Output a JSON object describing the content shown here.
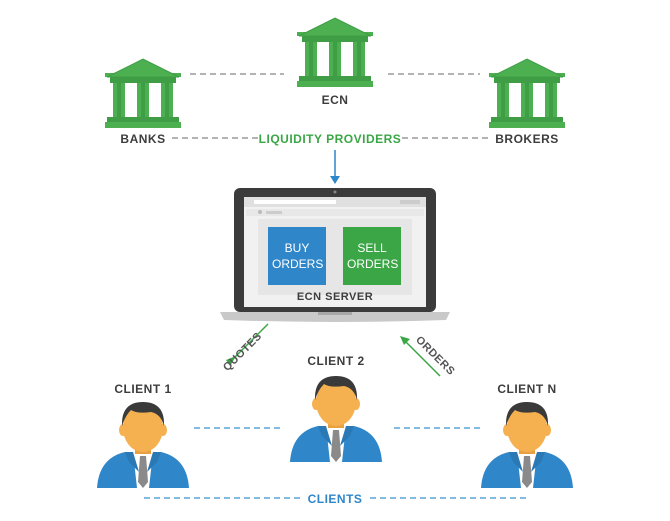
{
  "labels": {
    "ecn": "ECN",
    "banks": "BANKS",
    "liquidity_providers": "LIQUIDITY PROVIDERS",
    "brokers": "BROKERS",
    "buy_orders": "BUY ORDERS",
    "sell_orders": "SELL ORDERS",
    "ecn_server": "ECN SERVER",
    "quotes": "QUOTES",
    "orders": "ORDERS",
    "client_1": "CLIENT 1",
    "client_2": "CLIENT 2",
    "client_n": "CLIENT N",
    "clients": "CLIENTS"
  },
  "icons": {
    "bank": "bank-building-icon",
    "laptop": "laptop-icon",
    "client": "client-person-icon"
  },
  "colors": {
    "bank_green": "#4cb050",
    "bank_dark": "#2e8b3b",
    "label_green": "#3aa645",
    "buy_blue": "#2f86c8",
    "sell_green": "#3aa645",
    "suit_blue": "#2f86c8",
    "skin": "#f5b04f",
    "hair": "#3a3a3a",
    "line_grey": "#9a9a9a",
    "line_blue": "#5aa3d8"
  }
}
